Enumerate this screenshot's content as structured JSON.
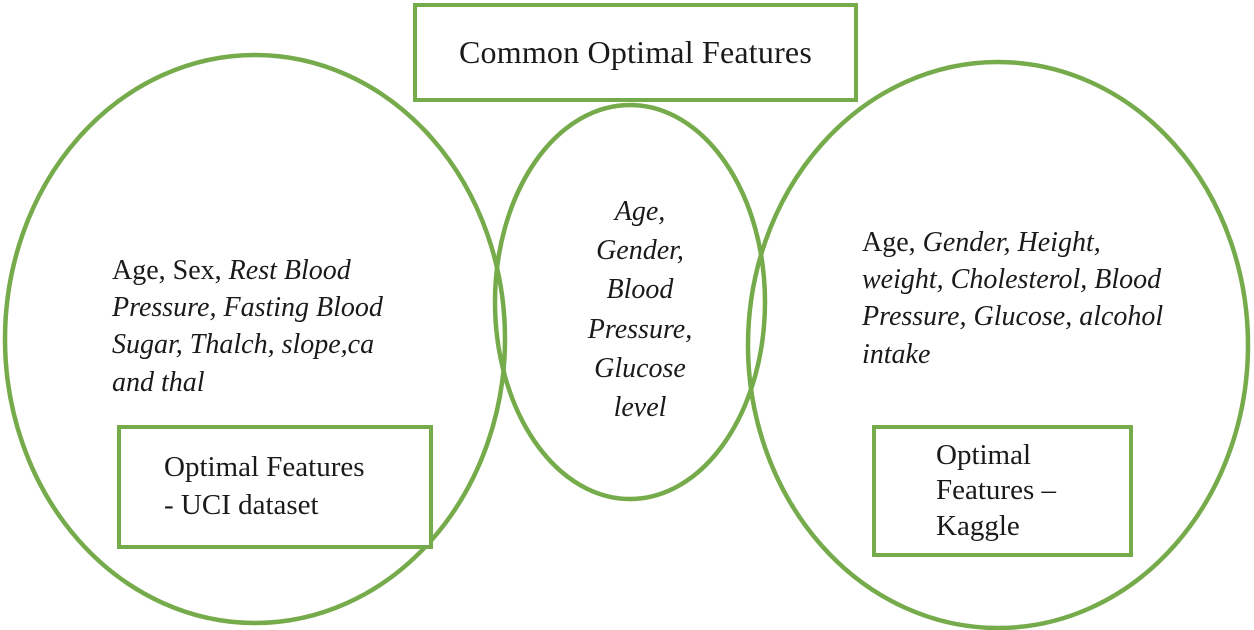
{
  "diagram": {
    "type": "venn",
    "accent_color": "#76ab4b",
    "text_color": "#1a1a1a",
    "background": "#ffffff",
    "title_box": {
      "label": "Common Optimal Features"
    },
    "sets": {
      "left": {
        "box_label": "Optimal Features\n- UCI dataset",
        "roman_text": "Age, Sex, ",
        "italic_text": "Rest Blood Pressure, Fasting Blood Sugar, Thalch, slope,ca and thal",
        "features": [
          "Age",
          "Sex",
          "Rest Blood Pressure",
          "Fasting Blood Sugar",
          "Thalch",
          "slope",
          "ca",
          "thal"
        ]
      },
      "center": {
        "italic_text": "Age, Gender, Blood Pressure, Glucose level",
        "features": [
          "Age",
          "Gender",
          "Blood Pressure",
          "Glucose level"
        ]
      },
      "right": {
        "box_label": "Optimal\nFeatures –\nKaggle",
        "roman_text": "Age, ",
        "italic_text": "Gender, Height, weight, Cholesterol, Blood Pressure, Glucose, alcohol intake",
        "features": [
          "Age",
          "Gender",
          "Height",
          "weight",
          "Cholesterol",
          "Blood Pressure",
          "Glucose",
          "alcohol intake"
        ]
      }
    }
  }
}
